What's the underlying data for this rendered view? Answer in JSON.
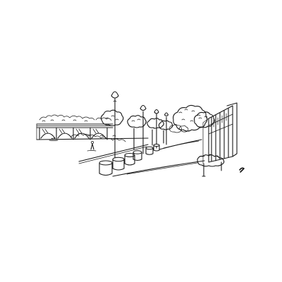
{
  "image": {
    "style": "black-and-white line sketch",
    "background_color": "#ffffff",
    "ink_color": "#1a1a1a"
  },
  "scene": {
    "elements": [
      "bridge-with-arches",
      "tree-line",
      "street-lamps",
      "round-planters",
      "promenade-path",
      "building-facade",
      "pedestrian-figure",
      "grass-bank"
    ]
  }
}
